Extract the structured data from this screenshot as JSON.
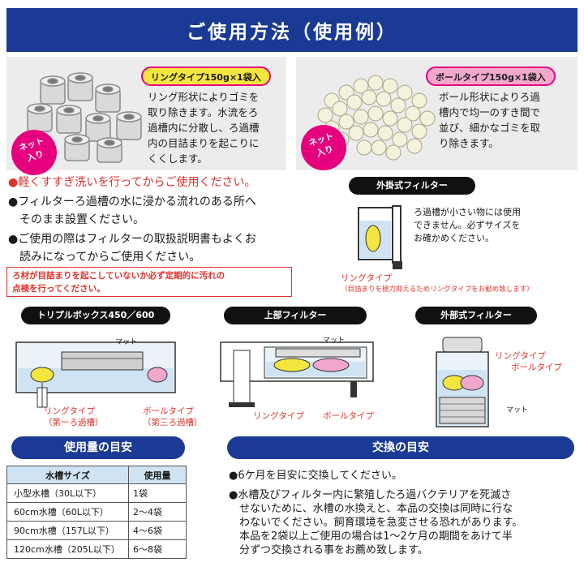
{
  "header": {
    "title": "ご使用方法（使用例）"
  },
  "ring_panel": {
    "type_label": "リングタイプ150g×1袋入",
    "description": "リング形状によりゴミを\n取り除きます。水流をろ\n過槽内に分散し、ろ過槽\n内の目詰まりを起こりに\nくくします。",
    "net_badge": "ネット\n入り"
  },
  "ball_panel": {
    "type_label": "ボールタイプ150g×1袋入",
    "description": "ボール形状によりろ過\n槽内で均一のすき間で\n並び、細かなゴミを取\nり除きます。",
    "net_badge": "ネット\n入り"
  },
  "notes": [
    "●軽くすすぎ洗いを行ってからご使用ください。",
    "●フィルターろ過槽の水に浸かる流れのある所へ\n　そのまま設置ください。",
    "●ご使用の際はフィルターの取扱説明書もよくお\n　読みになってからご使用ください。"
  ],
  "warning": "ろ材が目詰まりを起こしていないか必ず定期的に汚れの\n点検を行ってください。",
  "hang_on_filter": {
    "title": "外掛式フィルター",
    "description": "ろ過槽が小さい物には使用\nできません。必ずサイズを\nお確かめください。",
    "ring_label": "リングタイプ",
    "ring_note": "（目詰まりを極力抑えるためリングタイプをお勧め致します）"
  },
  "triple_box": {
    "title": "トリプルボックス450／600",
    "mat_label": "マット",
    "ring_label": "リングタイプ\n（第一ろ過槽）",
    "ball_label": "ボールタイプ\n（第三ろ過槽）"
  },
  "top_filter": {
    "title": "上部フィルター",
    "mat_label": "マット",
    "ring_label": "リングタイプ",
    "ball_label": "ボールタイプ"
  },
  "external_filter": {
    "title": "外部式フィルター",
    "ring_label": "リングタイプ",
    "ball_label": "ボールタイプ",
    "mat_label": "マット"
  },
  "usage": {
    "title": "使用量の目安",
    "headers": [
      "水槽サイズ",
      "使用量"
    ],
    "rows": [
      [
        "小型水槽（30L以下）",
        "1袋"
      ],
      [
        "60cm水槽（60L以下）",
        "2〜4袋"
      ],
      [
        "90cm水槽（157L以下）",
        "4〜6袋"
      ],
      [
        "120cm水槽（205L以下）",
        "6〜8袋"
      ]
    ]
  },
  "exchange": {
    "title": "交換の目安",
    "lines": [
      "●6ケ月を目安に交換してください。",
      "●水槽及びフィルター内に繁殖したろ過バクテリアを死滅さ\n　せないために、水槽の水換えと、本品の交換は同時に行な\n　わないでください。飼育環境を急変させる恐れがあります。\n　本品を2袋以上ご使用の場合は1〜2ケ月の期間をあけて半\n　分ずつ交換される事をお薦め致します。"
    ]
  },
  "colors": {
    "header_blue": "#1b3a95",
    "accent_pink": "#e6007e",
    "warning_red": "#e0312a",
    "ring_yellow": "#f4e53f",
    "ball_pink": "#f2a8cc",
    "water_blue": "#cfe3f3"
  }
}
